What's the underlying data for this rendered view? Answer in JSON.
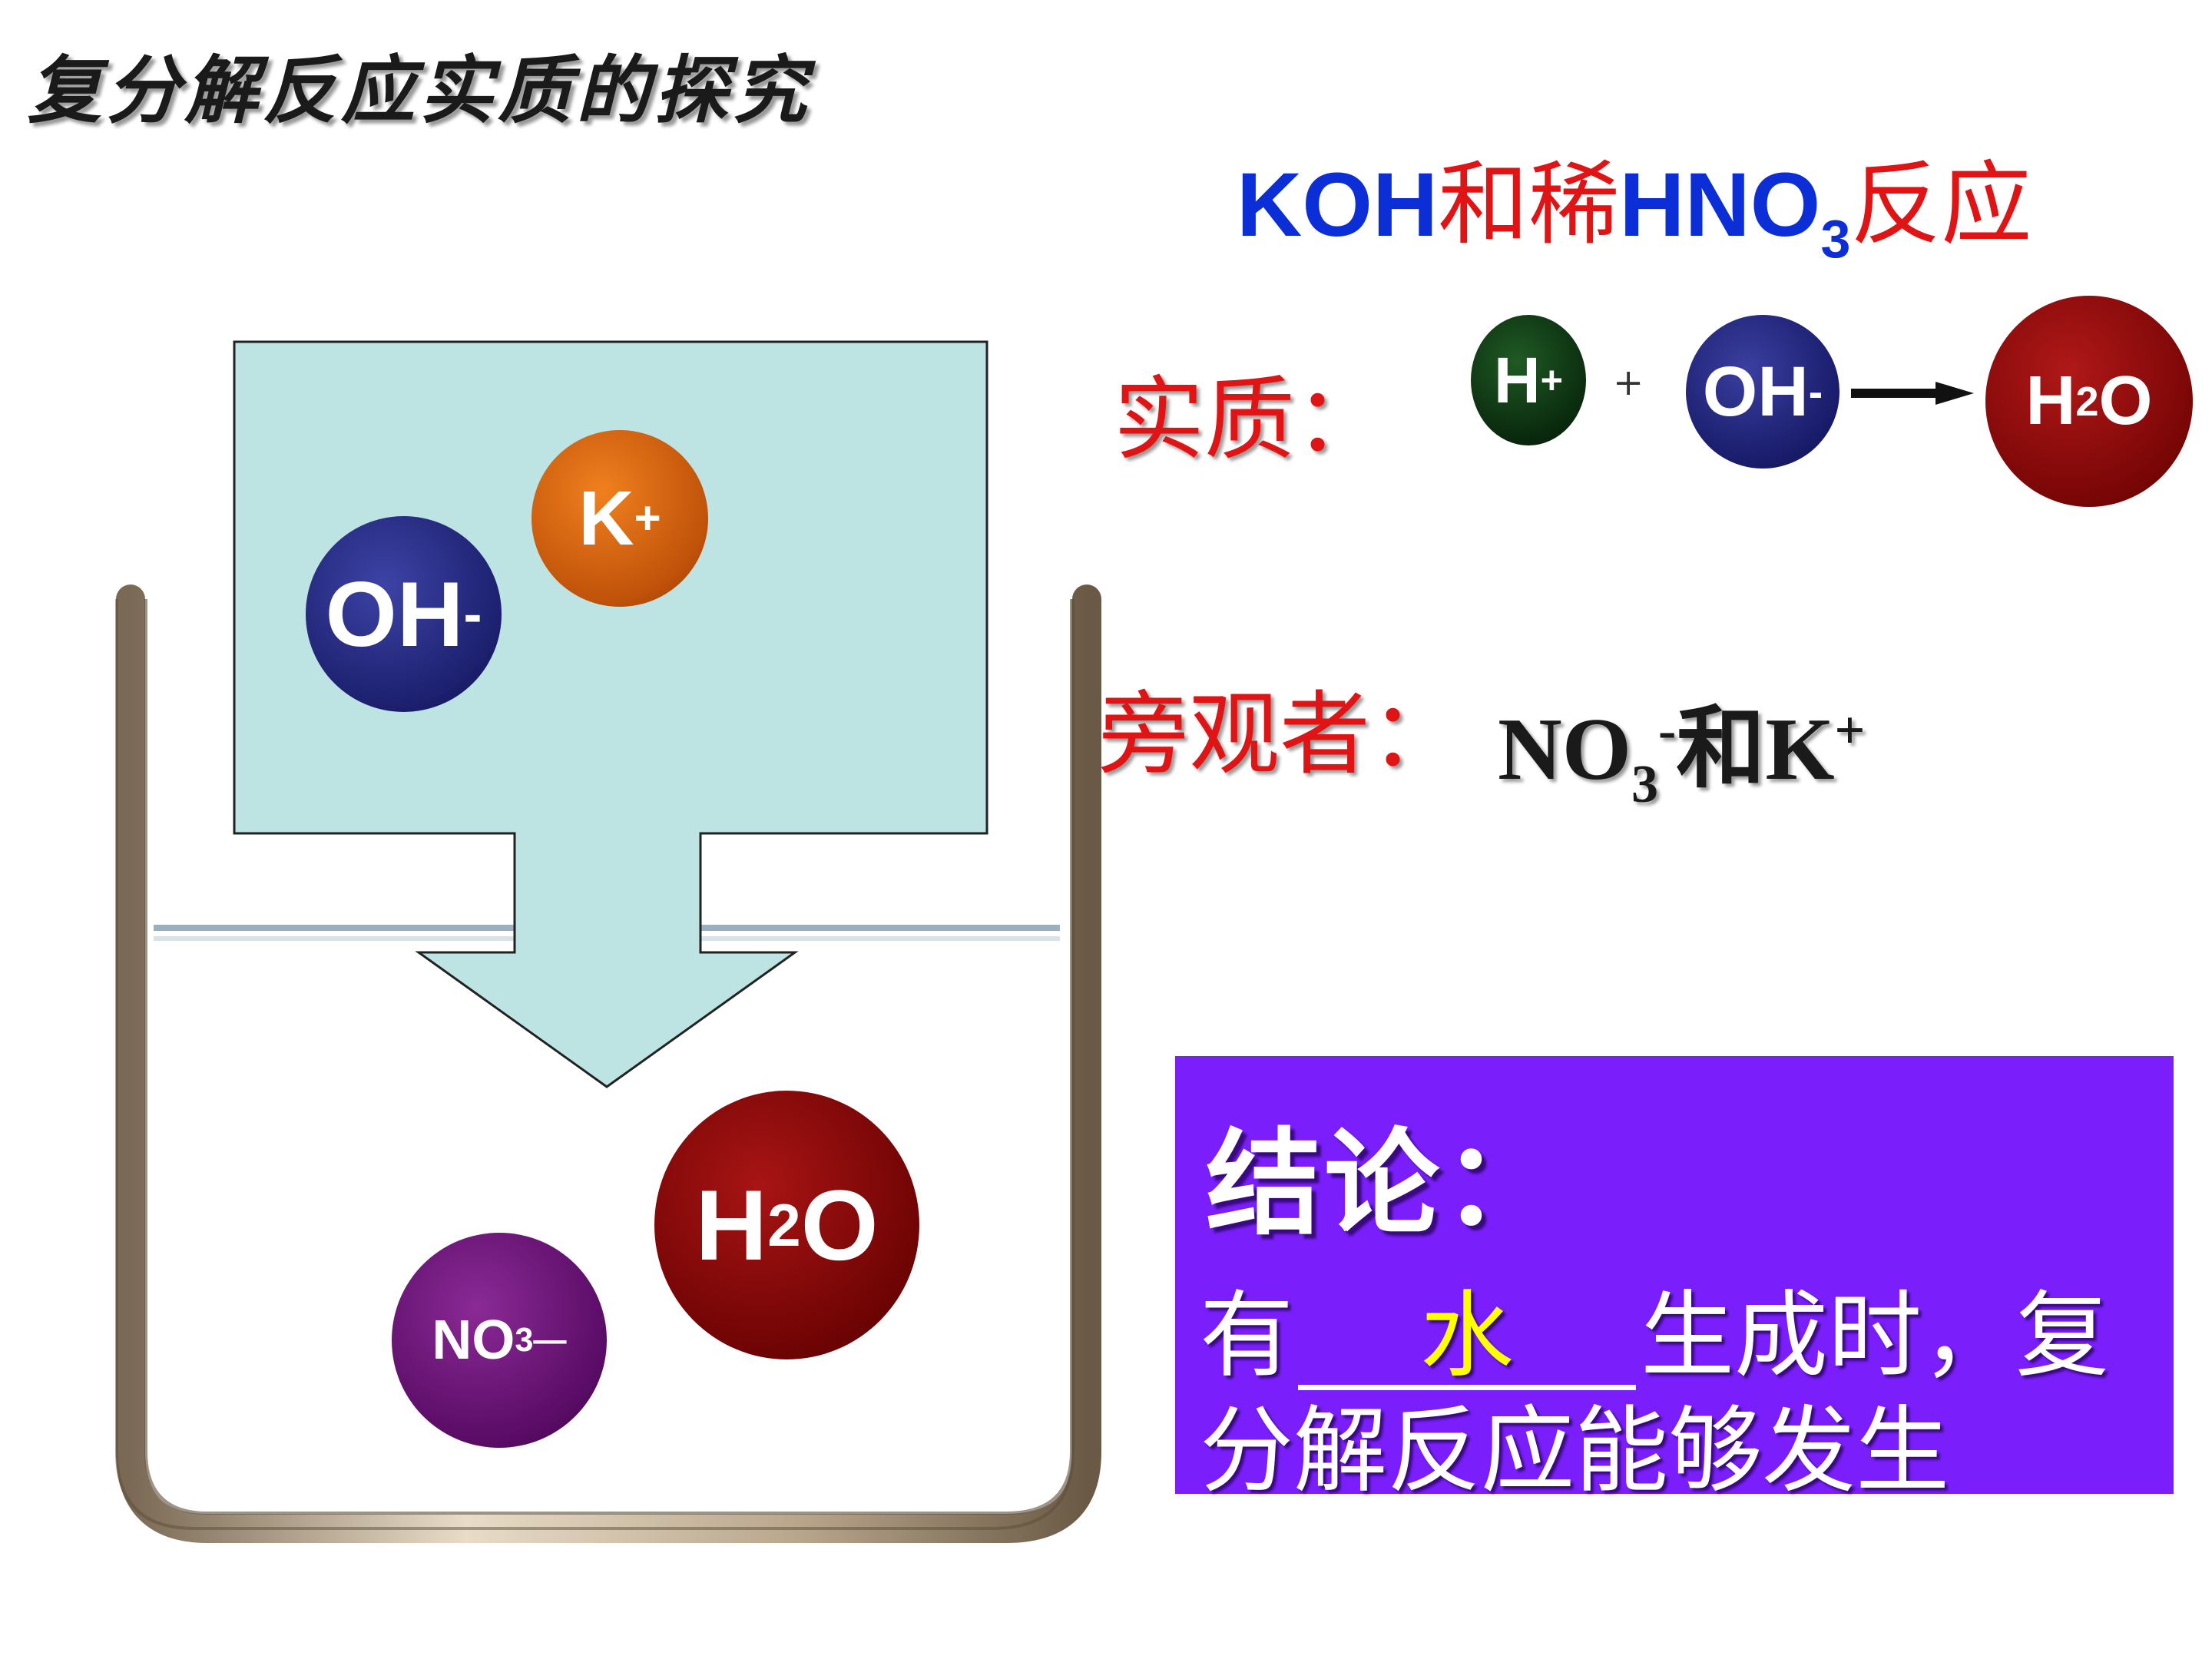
{
  "title": "复分解反应实质的探究",
  "reaction": {
    "koh": "KOH",
    "and_dilute": "和稀",
    "hno": "HNO",
    "sub3": "3",
    "react": "反应"
  },
  "essence": {
    "label": "实质：",
    "ion_h": "H",
    "ion_h_charge": "+",
    "plus": "+",
    "ion_oh": "OH",
    "ion_oh_charge": "-",
    "product_h": "H",
    "product_sub": "2",
    "product_o": "O"
  },
  "spectator": {
    "label": "旁观者：",
    "no": "NO",
    "sub": "3",
    "charge_minus": "-",
    "and": "和",
    "k": "K",
    "charge_plus": "+"
  },
  "beaker": {
    "oh": "OH",
    "oh_charge": "-",
    "k": "K",
    "k_charge": "+",
    "no3": "NO",
    "no3_sub": "3",
    "no3_charge": "—",
    "h2o_h": "H",
    "h2o_sub": "2",
    "h2o_o": "O"
  },
  "conclusion": {
    "title": "结论：",
    "prefix": "有",
    "blank_answer": "水",
    "suffix": "生成时，复",
    "line2": "分解反应能够发生"
  },
  "colors": {
    "blue_text": "#0b2ed6",
    "red_text": "#e01414",
    "conclusion_bg": "#7a1ffb",
    "answer_yellow": "#ffff00",
    "arrow_panel": "#bde3e3"
  }
}
